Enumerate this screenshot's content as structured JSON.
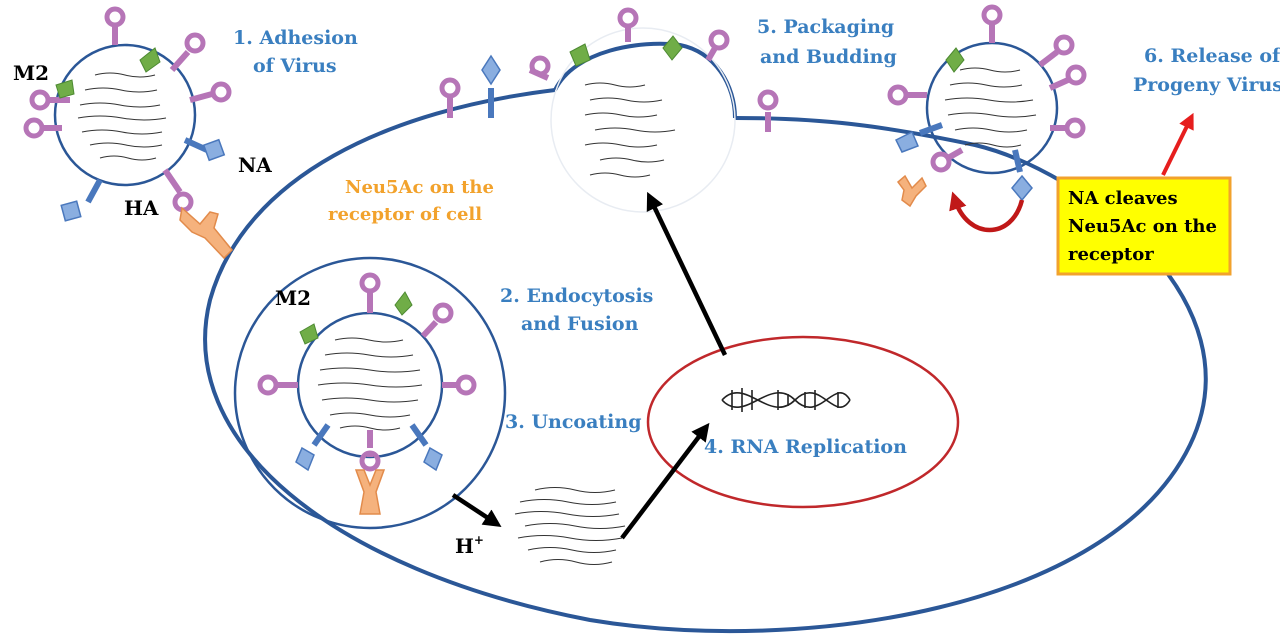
{
  "colors": {
    "membrane": "#2b5797",
    "ha": "#b675b7",
    "na": "#4a78bd",
    "m2": "#5e9e45",
    "receptor": "#f5b27d",
    "label_blue": "#3a7fc0",
    "neu5ac_label": "#f2a22c",
    "nucleus": "#c0282b",
    "callout_fill": "#ffff00",
    "callout_border": "#f2a22c",
    "release_arrow": "#e61e1e"
  },
  "steps": {
    "adhesion": [
      "1. Adhesion",
      "of Virus"
    ],
    "endocytosis": [
      "2. Endocytosis",
      "and Fusion"
    ],
    "uncoating": "3. Uncoating",
    "replication": "4. RNA Replication",
    "packaging": [
      "5. Packaging",
      "and Budding"
    ],
    "release": [
      "6. Release of",
      "Progeny Virus"
    ]
  },
  "labels": {
    "m2_outer": "M2",
    "m2_inner": "M2",
    "na": "NA",
    "ha": "HA",
    "neu5ac": [
      "Neu5Ac on the",
      "receptor of cell"
    ],
    "proton": "H",
    "proton_sup": "+"
  },
  "callout": [
    "NA cleaves",
    "Neu5Ac on the",
    "receptor"
  ],
  "icons": {
    "ha": "hemagglutinin-lollipop",
    "na": "neuraminidase-diamond",
    "m2": "m2-channel-square",
    "receptor": "y-receptor",
    "dna": "double-helix-icon"
  }
}
